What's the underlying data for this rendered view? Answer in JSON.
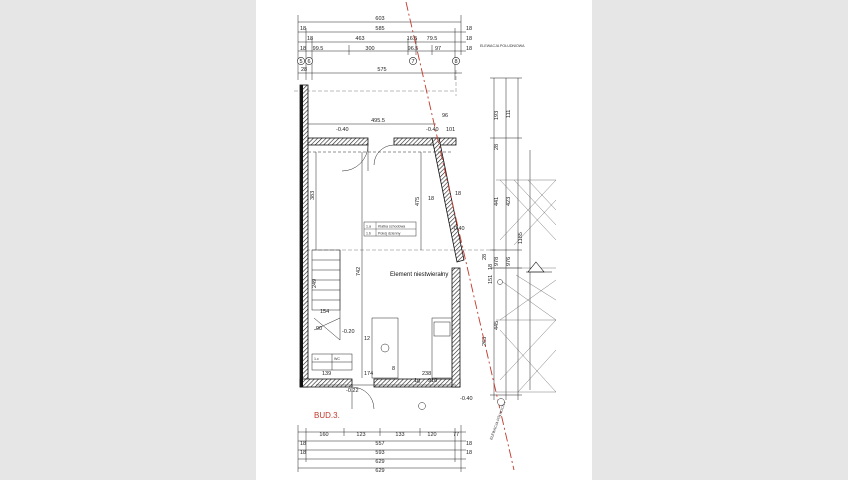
{
  "drawing": {
    "building_label": "BUD.3.",
    "element_label": "Element niestwierałny",
    "top_note": "ELEWACJA POŁUDNIOWA",
    "bottom_note": "ELEWACJA PÓŁNOCNA",
    "room_box": {
      "row1_a": "1.a",
      "row1_b": "Klatka schodowa",
      "row2_a": "1.b",
      "row2_b": "Pokój dzienny"
    },
    "corner_box": {
      "a": "1.c",
      "b": "WC"
    },
    "levels": {
      "tl": "-0.40",
      "tr": "-0.40",
      "mid_r": "-0.40",
      "stair": "-0.20",
      "door": "-0.22",
      "br": "-0.40"
    },
    "axes": {
      "a1": "5",
      "a2": "6",
      "a3": "7",
      "a4": "8"
    },
    "top_dims": {
      "r1": [
        "603"
      ],
      "r2": [
        "18",
        "585",
        "18"
      ],
      "r3": [
        "18",
        "463",
        "16.5",
        "79.5",
        "18"
      ],
      "r4": [
        "18",
        "99.5",
        "300",
        "96.5",
        "97",
        "18"
      ],
      "r5": [
        "575"
      ],
      "r6": [
        "28"
      ]
    },
    "inner_dims": {
      "d495": "495.5",
      "d96": "96",
      "d101": "101",
      "d383": "383",
      "d742": "742",
      "d475": "475",
      "d18a": "18",
      "d18b": "18",
      "d12": "12",
      "d174": "174",
      "d8": "8",
      "d238": "238",
      "d139": "139",
      "d90": "90",
      "d249": "249",
      "d154": "154",
      "d1g": "1g",
      "d910": "910"
    },
    "right_dims": {
      "v1": "193",
      "v2": "111",
      "v3": "28",
      "v4": "441",
      "v5": "423",
      "v6": "1185",
      "v7": "978",
      "v8": "976",
      "v9": "151",
      "v10": "445",
      "v11": "263",
      "v12": "18",
      "v13": "28"
    },
    "bottom_dims": {
      "r1": [
        "160",
        "123",
        "133",
        "120",
        "77"
      ],
      "r2": [
        "18",
        "557",
        "18"
      ],
      "r3": [
        "18",
        "593",
        "18"
      ],
      "r4": [
        "629"
      ],
      "r5": [
        "629"
      ]
    },
    "colors": {
      "wall": "#111111",
      "red": "#c0392b",
      "paper": "#ffffff",
      "bg": "#e6e6e6"
    }
  }
}
